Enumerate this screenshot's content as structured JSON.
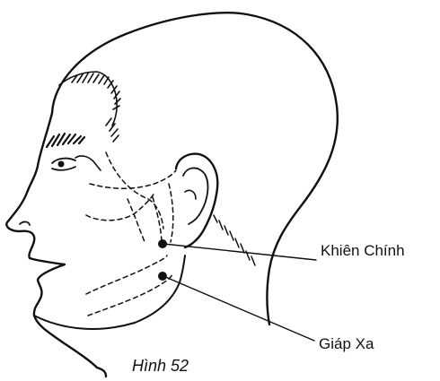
{
  "points": [
    {
      "label": "Khiên Chính"
    },
    {
      "label": "Giáp Xa"
    }
  ],
  "caption": "Hình 52",
  "colors": {
    "ink": "#111111",
    "background": "#ffffff"
  }
}
